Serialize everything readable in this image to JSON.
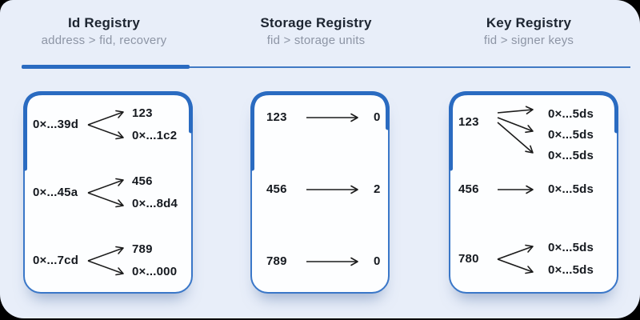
{
  "colors": {
    "canvas_background": "#000000",
    "panel_background": "#e8eef9",
    "accent_blue": "#2a6bc1",
    "card_border_blue": "#3a77c8",
    "title_text": "#1d2531",
    "subtitle_text": "#8d95a5",
    "card_text": "#15191f",
    "arrow": "#1b1b1b"
  },
  "headers": [
    {
      "title": "Id Registry",
      "subtitle": "address > fid, recovery"
    },
    {
      "title": "Storage Registry",
      "subtitle": "fid > storage units"
    },
    {
      "title": "Key Registry",
      "subtitle": "fid > signer keys"
    }
  ],
  "registries": [
    {
      "name": "id-registry",
      "groups": [
        {
          "from": "0×...39d",
          "to": [
            "123",
            "0×...1c2"
          ]
        },
        {
          "from": "0×...45a",
          "to": [
            "456",
            "0×...8d4"
          ]
        },
        {
          "from": "0×...7cd",
          "to": [
            "789",
            "0×...000"
          ]
        }
      ]
    },
    {
      "name": "storage-registry",
      "groups": [
        {
          "from": "123",
          "to": [
            "0"
          ]
        },
        {
          "from": "456",
          "to": [
            "2"
          ]
        },
        {
          "from": "789",
          "to": [
            "0"
          ]
        }
      ]
    },
    {
      "name": "key-registry",
      "groups": [
        {
          "from": "123",
          "to": [
            "0×...5ds",
            "0×...5ds",
            "0×...5ds"
          ]
        },
        {
          "from": "456",
          "to": [
            "0×...5ds"
          ]
        },
        {
          "from": "780",
          "to": [
            "0×...5ds",
            "0×...5ds"
          ]
        }
      ]
    }
  ]
}
